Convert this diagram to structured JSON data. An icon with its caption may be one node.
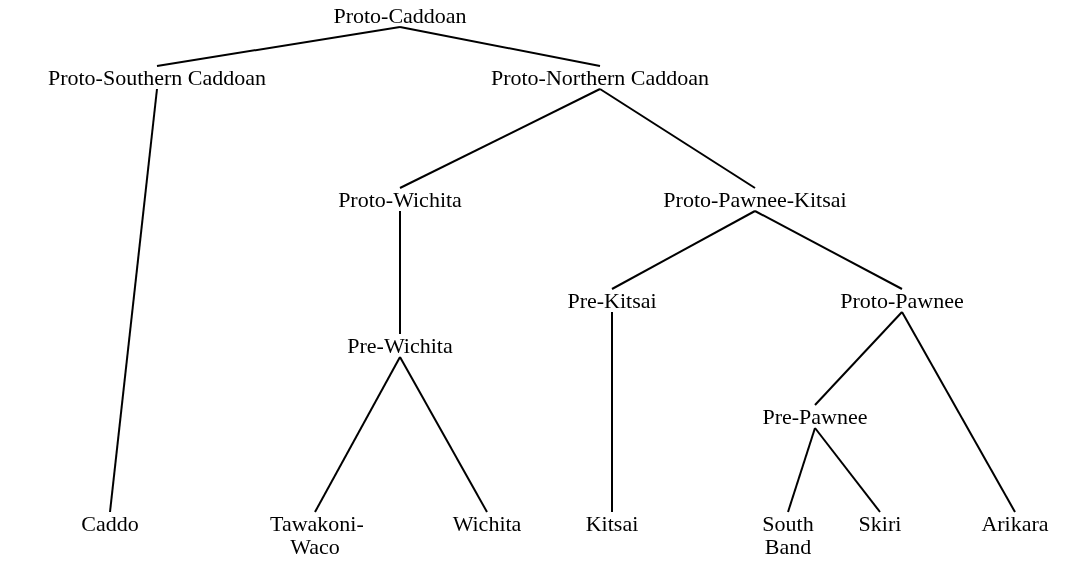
{
  "diagram": {
    "nodes": [
      {
        "text": [
          "Proto-Caddoan"
        ]
      },
      {
        "text": [
          "Proto-Southern Caddoan"
        ]
      },
      {
        "text": [
          "Proto-Northern Caddoan"
        ]
      },
      {
        "text": [
          "Proto-Wichita"
        ]
      },
      {
        "text": [
          "Proto-Pawnee-Kitsai"
        ]
      },
      {
        "text": [
          "Pre-Wichita"
        ]
      },
      {
        "text": [
          "Pre-Kitsai"
        ]
      },
      {
        "text": [
          "Proto-Pawnee"
        ]
      },
      {
        "text": [
          "Pre-Pawnee"
        ]
      },
      {
        "text": [
          "Caddo"
        ]
      },
      {
        "text": [
          "Tawakoni- Waco"
        ]
      },
      {
        "text": [
          "Wichita"
        ]
      },
      {
        "text": [
          "Kitsai"
        ]
      },
      {
        "text": [
          "South Band"
        ]
      },
      {
        "text": [
          "Skiri"
        ]
      },
      {
        "text": [
          "Arikara"
        ]
      }
    ],
    "edges": [
      {
        "from": 0,
        "to": 1,
        "arrow": "none"
      },
      {
        "from": 0,
        "to": 2,
        "arrow": "none"
      },
      {
        "from": 1,
        "to": 9,
        "arrow": "none"
      },
      {
        "from": 2,
        "to": 3,
        "arrow": "none"
      },
      {
        "from": 2,
        "to": 4,
        "arrow": "none"
      },
      {
        "from": 3,
        "to": 5,
        "arrow": "none"
      },
      {
        "from": 5,
        "to": 10,
        "arrow": "none"
      },
      {
        "from": 5,
        "to": 11,
        "arrow": "none"
      },
      {
        "from": 4,
        "to": 6,
        "arrow": "none"
      },
      {
        "from": 4,
        "to": 7,
        "arrow": "none"
      },
      {
        "from": 6,
        "to": 12,
        "arrow": "none"
      },
      {
        "from": 7,
        "to": 8,
        "arrow": "none"
      },
      {
        "from": 7,
        "to": 15,
        "arrow": "none"
      },
      {
        "from": 8,
        "to": 13,
        "arrow": "none"
      },
      {
        "from": 8,
        "to": 14,
        "arrow": "none"
      }
    ]
  }
}
